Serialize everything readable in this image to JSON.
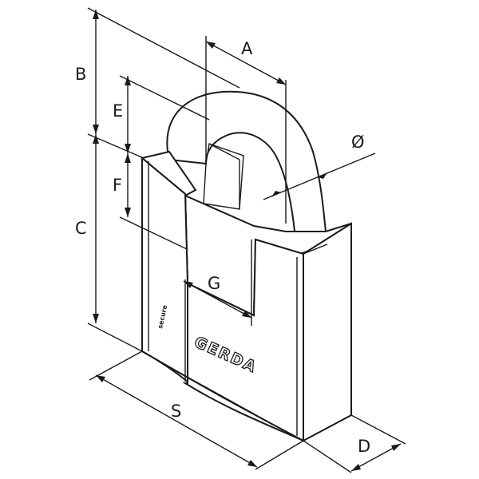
{
  "diagram": {
    "dimension_labels": {
      "A": "A",
      "B": "B",
      "C": "C",
      "D": "D",
      "E": "E",
      "F": "F",
      "G": "G",
      "S": "S",
      "diameter": "Ø"
    },
    "brand_text": "GERDA",
    "side_text": "secure",
    "colors": {
      "line": "#1a1a1a",
      "body_fill": "#ffffff",
      "background": "#ffffff"
    }
  }
}
